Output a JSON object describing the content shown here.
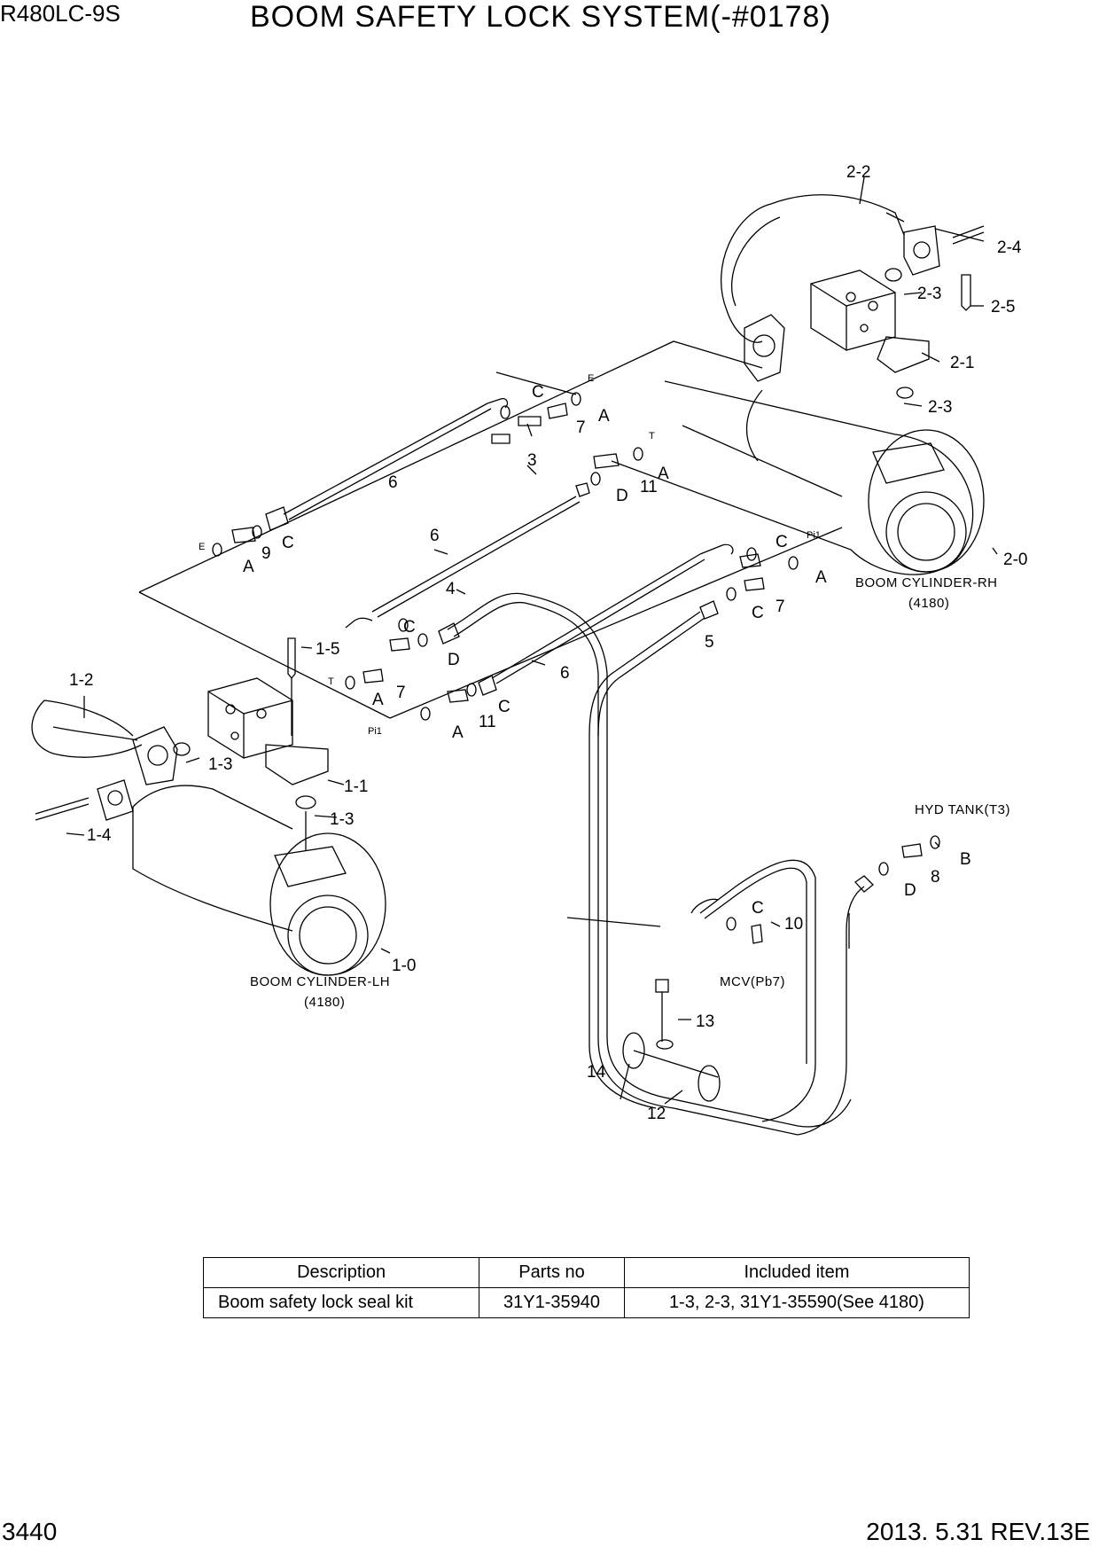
{
  "header": {
    "model": "R480LC-9S",
    "title": "BOOM SAFETY LOCK SYSTEM(-#0178)"
  },
  "footer": {
    "page": "3440",
    "date_rev": "2013. 5.31  REV.13E"
  },
  "callouts": [
    "2-2",
    "2-4",
    "2-3",
    "2-5",
    "2-1",
    "2-3",
    "2-0",
    "1-2",
    "1-3",
    "1-4",
    "1-1",
    "1-3",
    "1-5",
    "1-0",
    "3",
    "4",
    "5",
    "6",
    "6",
    "6",
    "7",
    "7",
    "7",
    "8",
    "9",
    "10",
    "11",
    "11",
    "12",
    "13",
    "14"
  ],
  "letters": [
    "C",
    "A",
    "A",
    "D",
    "C",
    "A",
    "C",
    "A",
    "C",
    "D",
    "A",
    "C",
    "A",
    "C",
    "B",
    "D",
    "C"
  ],
  "ports": [
    "E",
    "T",
    "E",
    "Pi1",
    "T",
    "Pi1"
  ],
  "captions": {
    "boom_rh": "BOOM CYLINDER-RH",
    "boom_rh_ref": "(4180)",
    "boom_lh": "BOOM CYLINDER-LH",
    "boom_lh_ref": "(4180)",
    "hyd_tank": "HYD TANK(T3)",
    "mcv": "MCV(Pb7)"
  },
  "kit_table": {
    "headers": [
      "Description",
      "Parts no",
      "Included item"
    ],
    "rows": [
      [
        "Boom safety lock seal kit",
        "31Y1-35940",
        "1-3, 2-3, 31Y1-35590(See 4180)"
      ]
    ]
  }
}
